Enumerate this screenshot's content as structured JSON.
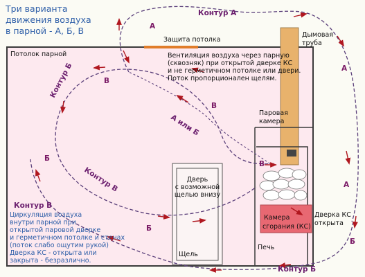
{
  "title": [
    "Три варианта",
    "движения воздуха",
    "в парной - А, Б, В"
  ],
  "labels": {
    "ceiling_protection": "Защита потолка",
    "chimney": [
      "Дымовая",
      "труба"
    ],
    "steam_room_ceiling": "Потолок парной",
    "ventilation_note": [
      "Вентиляция воздуха через парную",
      "(сквозняк) при открытой дверке КС",
      "и не герметичном потолке или двери.",
      "Поток пропорционален щелям."
    ],
    "steam_chamber": [
      "Паровая",
      "камера"
    ],
    "door": [
      "Дверь",
      "с возможной",
      "щелью внизу"
    ],
    "gap": "Щель",
    "combustion_chamber": [
      "Камера",
      "сгорания (КС)"
    ],
    "stove": "Печь",
    "ks_door": [
      "Дверка КС",
      "открыта"
    ]
  },
  "contour_v_text": {
    "heading": "Контур В",
    "lines": [
      "Циркуляция воздуха",
      "внутри парной при",
      "открытой паровой дверке",
      "и герметичном потолке и стенах",
      "(поток слабо ощутим рукой)",
      "Дверка КС - открыта или",
      "закрыта - безразлично."
    ]
  },
  "contours": {
    "a": "Контур А",
    "b_left": "Контур Б",
    "b_bottom": "Контур Б",
    "v": "Контур В",
    "a_or_b": "А или Б"
  },
  "path_letters": {
    "a": "А",
    "b": "Б",
    "v": "В"
  },
  "colors": {
    "background": "#fbfbf4",
    "room_fill": "#fde9ef",
    "wall": "#3a3a3a",
    "chimney": "#e8b26c",
    "combustion_chamber": "#e86872",
    "ceiling_protection": "#e07d2a",
    "path_line": "#5a3f7a",
    "arrow": "#b0171f",
    "text_blue": "#2d5ea8",
    "letter": "#7a1a66"
  }
}
